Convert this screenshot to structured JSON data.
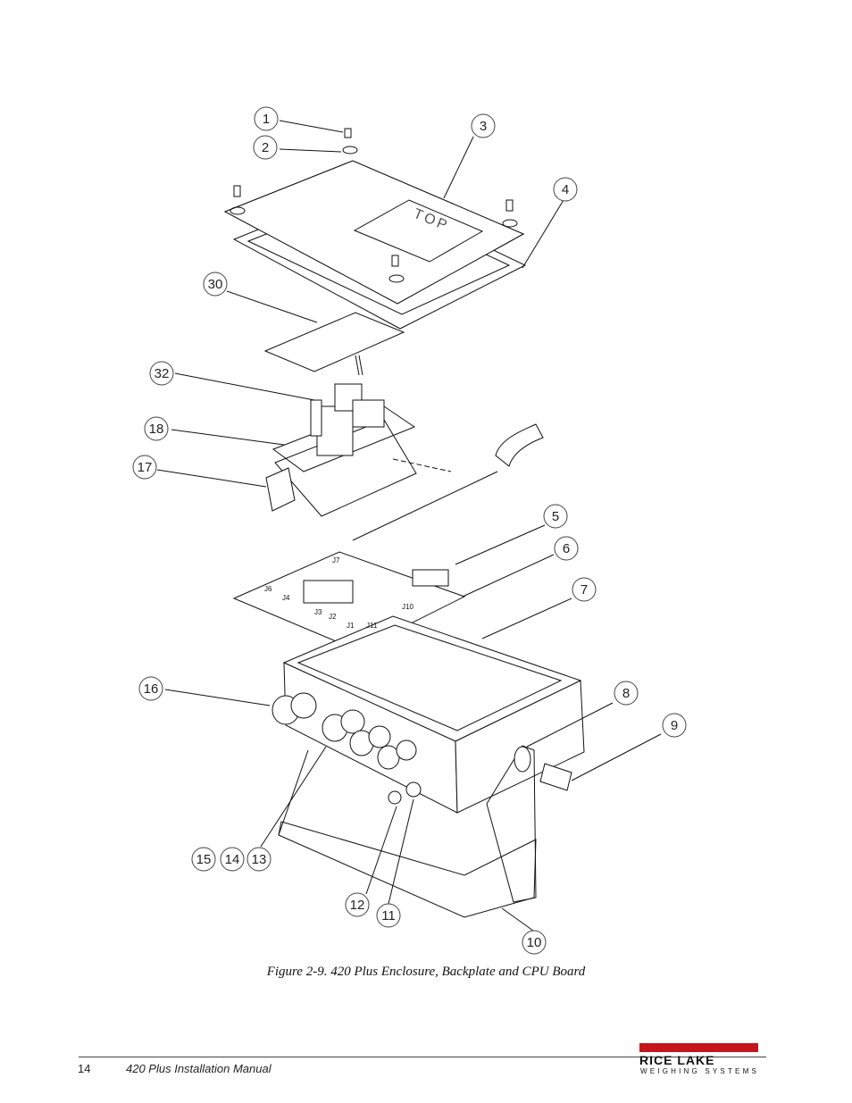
{
  "figure": {
    "top_plate_text": "TOP",
    "callouts": [
      "1",
      "2",
      "3",
      "4",
      "30",
      "32",
      "18",
      "17",
      "5",
      "6",
      "7",
      "16",
      "8",
      "9",
      "15",
      "14",
      "13",
      "12",
      "11",
      "10"
    ],
    "connector_labels": [
      "J7",
      "J6",
      "J4",
      "J3",
      "J2",
      "J1",
      "J11",
      "J10"
    ]
  },
  "caption": {
    "prefix": "Figure 2-9.",
    "model": "420 Plus",
    "suffix": "Enclosure, Backplate and CPU Board"
  },
  "footer": {
    "page_number": "14",
    "manual_title": "420 Plus Installation Manual",
    "logo_name": "RICE LAKE",
    "logo_subtitle": "WEIGHING SYSTEMS",
    "brand_color": "#c4161c"
  }
}
